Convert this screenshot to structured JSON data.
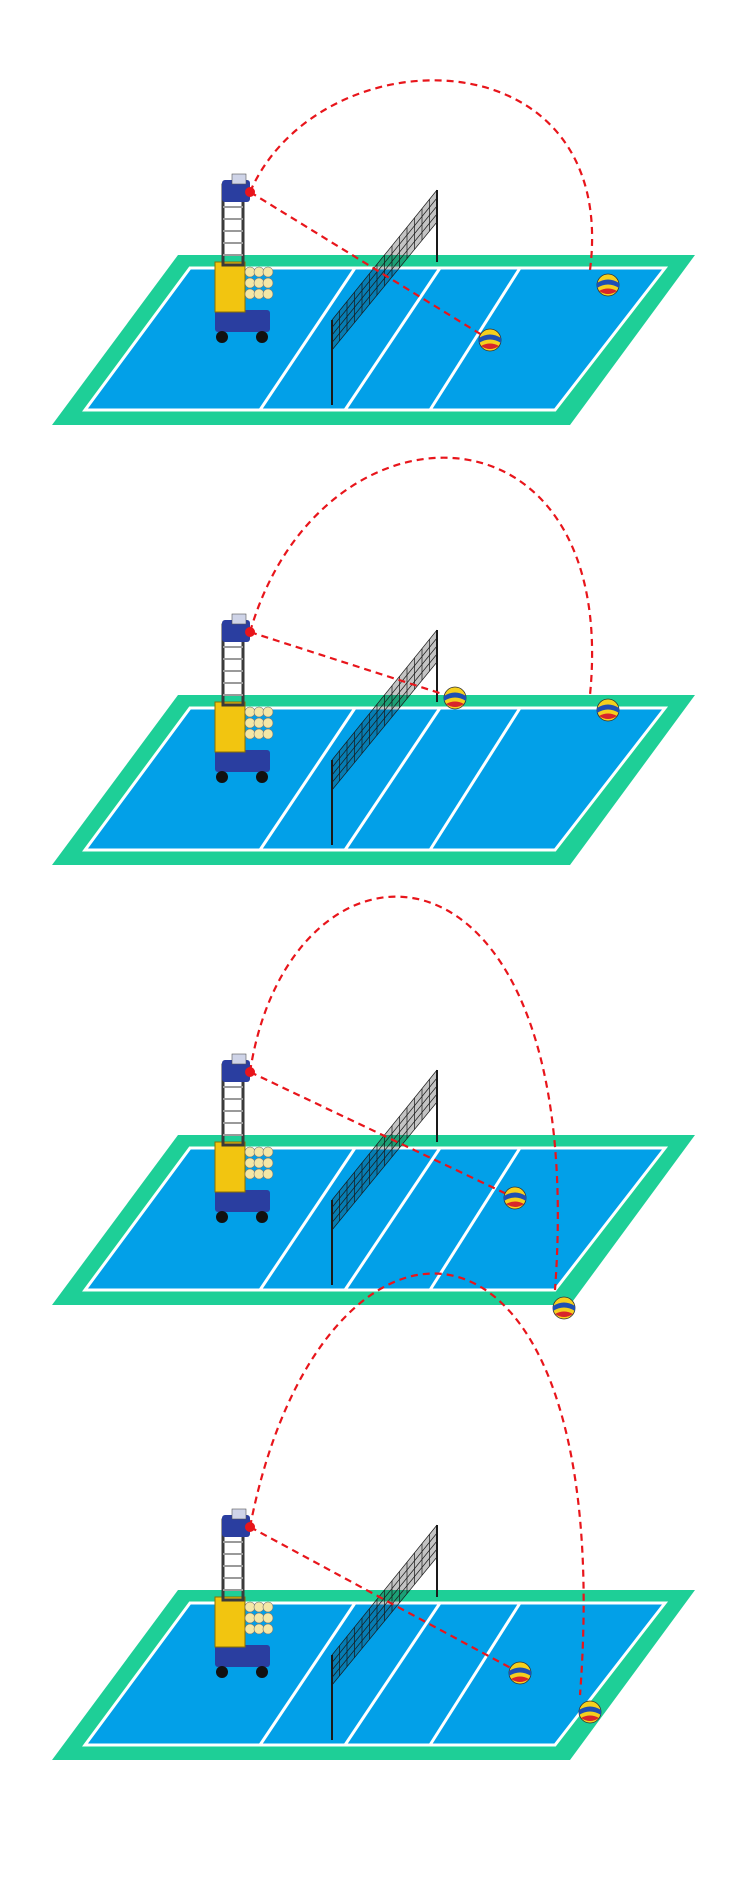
{
  "colors": {
    "background": "#ffffff",
    "surround": "#1ecf97",
    "court": "#02a0e8",
    "court_line": "#ffffff",
    "net": "#1a1a1a",
    "trajectory": "#e8151b",
    "machine_frame": "#3a3a3a",
    "machine_head": "#2a3ea0",
    "machine_body": "#f2c510",
    "machine_base": "#2a3ea0",
    "ball_yellow": "#f5d01e",
    "ball_blue": "#1e4fb4",
    "ball_red": "#d8252b"
  },
  "icons": [
    "ball-machine-icon",
    "volleyball-icon",
    "volleyball-net-icon"
  ],
  "panels": [
    {
      "id": "panel-1",
      "throws": [
        "high-arc-deep-right",
        "flat-mid-court"
      ]
    },
    {
      "id": "panel-2",
      "throws": [
        "high-arc-deep-right",
        "flat-near-sideline"
      ]
    },
    {
      "id": "panel-3",
      "throws": [
        "high-arc-near-sideline",
        "flat-far-mid"
      ]
    },
    {
      "id": "panel-4",
      "throws": [
        "high-arc-near-sideline",
        "flat-far-mid"
      ]
    }
  ]
}
